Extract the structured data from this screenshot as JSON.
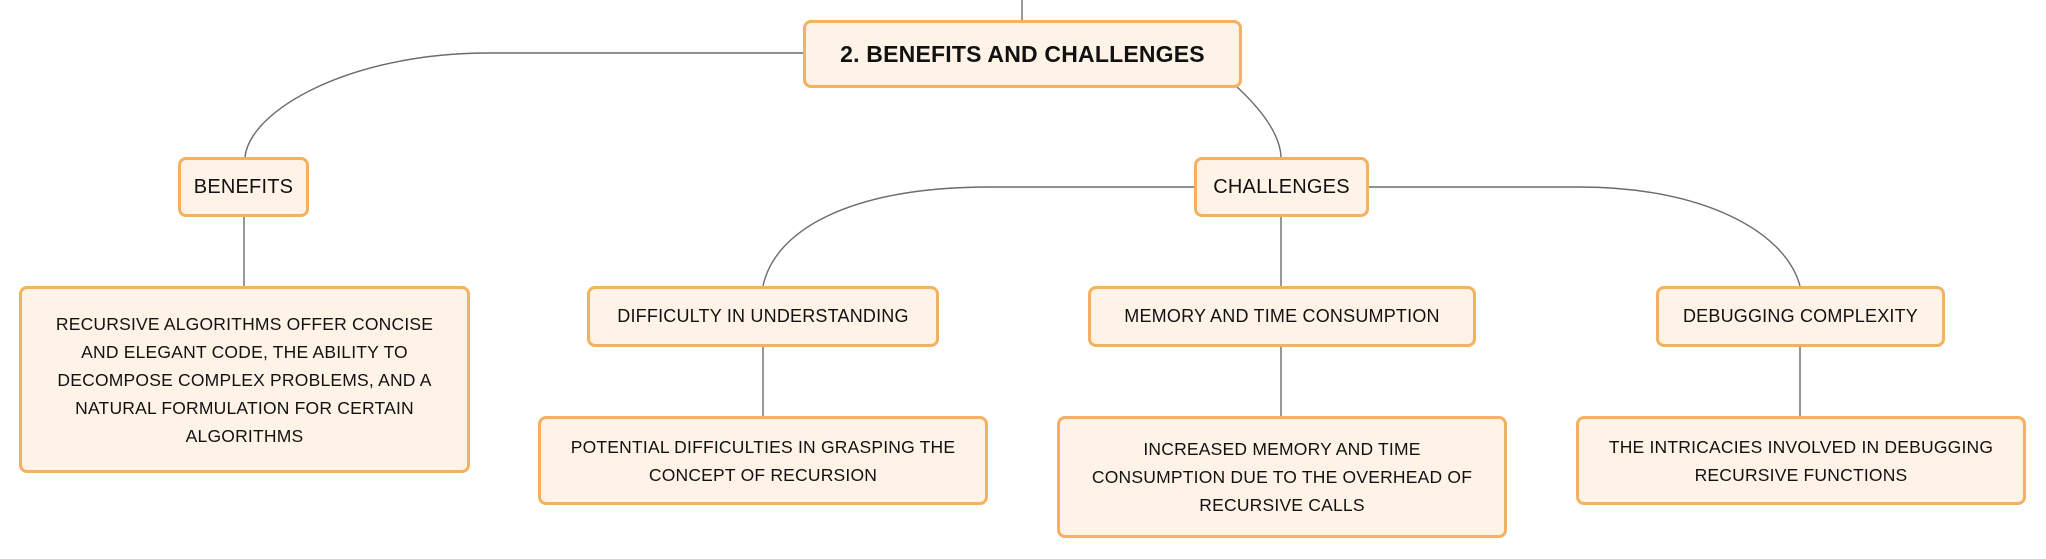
{
  "diagram": {
    "root": {
      "label": "2. BENEFITS AND CHALLENGES"
    },
    "benefits": {
      "label": "BENEFITS",
      "detail": "RECURSIVE ALGORITHMS OFFER CONCISE AND ELEGANT CODE, THE ABILITY TO DECOMPOSE COMPLEX PROBLEMS, AND A NATURAL FORMULATION FOR CERTAIN ALGORITHMS"
    },
    "challenges": {
      "label": "CHALLENGES",
      "items": [
        {
          "label": "DIFFICULTY IN UNDERSTANDING",
          "detail": "POTENTIAL DIFFICULTIES IN GRASPING THE CONCEPT OF RECURSION"
        },
        {
          "label": "MEMORY AND TIME CONSUMPTION",
          "detail": "INCREASED MEMORY AND TIME CONSUMPTION DUE TO THE OVERHEAD OF RECURSIVE CALLS"
        },
        {
          "label": "DEBUGGING COMPLEXITY",
          "detail": "THE INTRICACIES INVOLVED IN DEBUGGING RECURSIVE FUNCTIONS"
        }
      ]
    },
    "colors": {
      "node_fill": "#fff3e8",
      "node_border": "#f4b15f",
      "connector": "#6b6b6b",
      "text": "#111111"
    }
  }
}
